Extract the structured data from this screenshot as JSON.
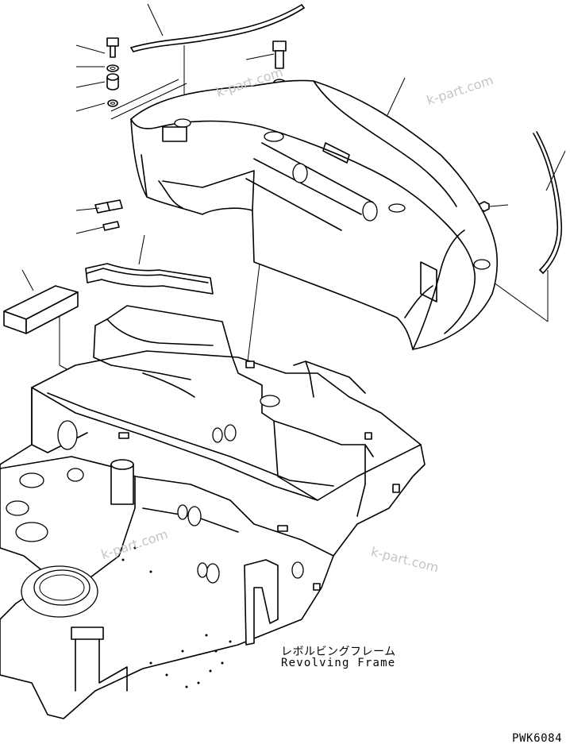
{
  "labels": {
    "assembly_jp": "レボルビングフレーム",
    "assembly_en": "Revolving Frame",
    "drawing_code": "PWK6084"
  },
  "watermarks": [
    "k-part.com",
    "k-part.com",
    "k-part.com",
    "k-part.com"
  ]
}
